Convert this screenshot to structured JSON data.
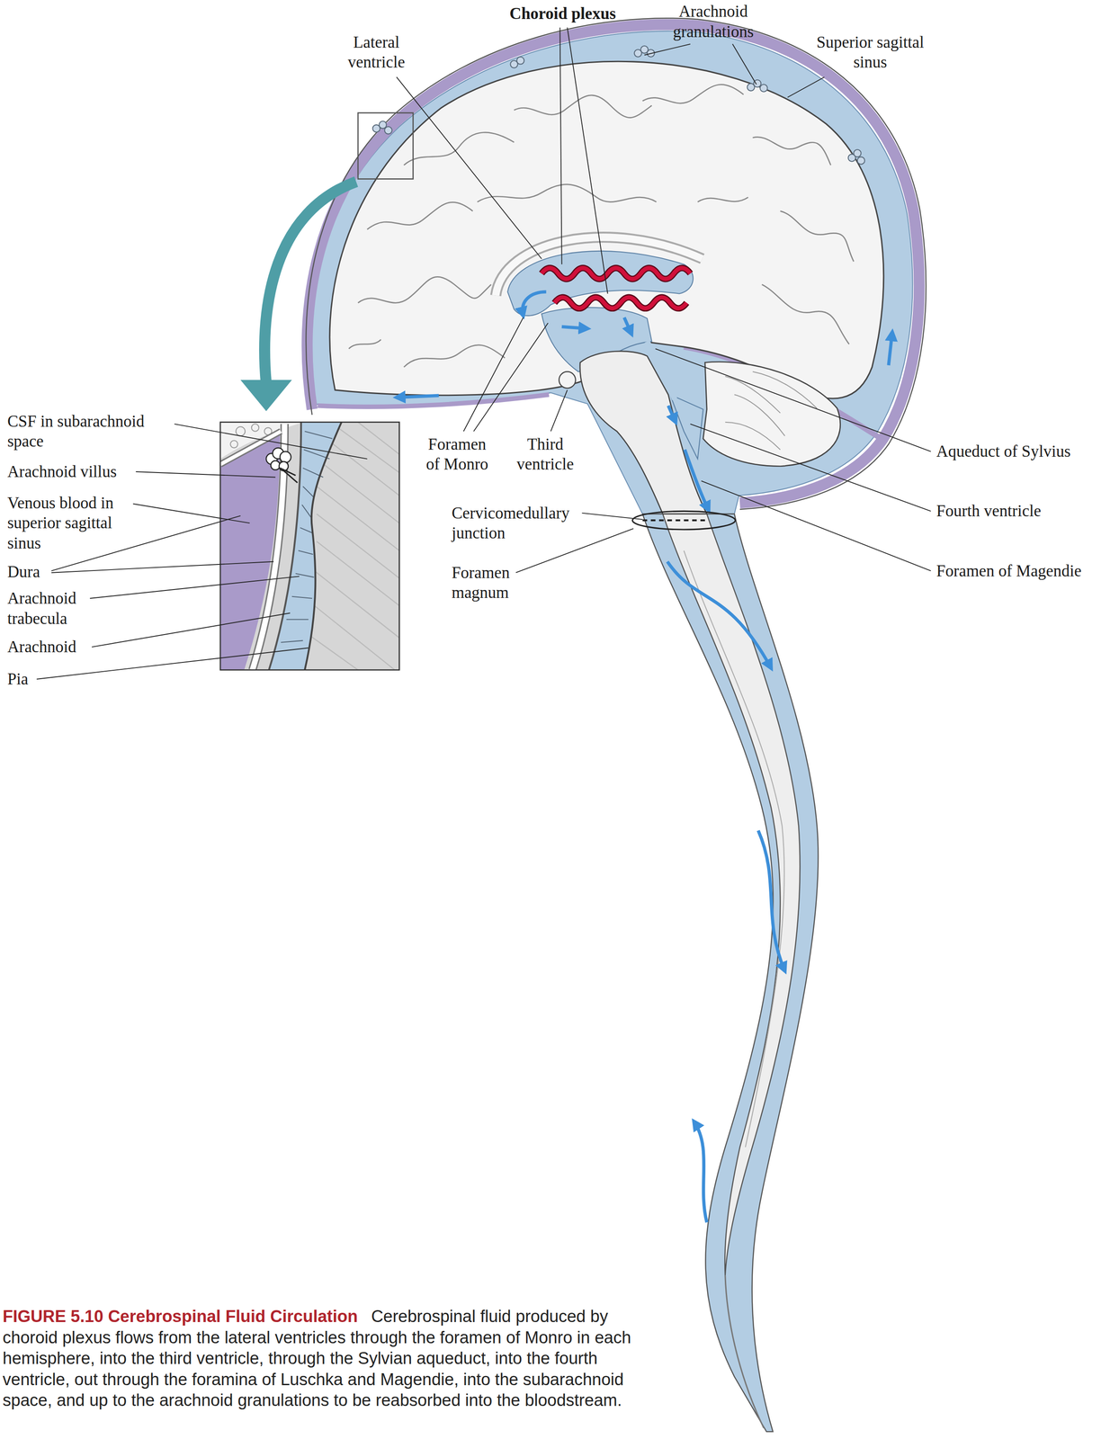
{
  "diagram": {
    "title": "FIGURE 5.10 Cerebrospinal Fluid Circulation",
    "caption": "Cerebrospinal fluid produced by choroid plexus flows from the lateral ventricles through the foramen of Monro in each hemisphere, into the third ventricle, through the Sylvian aqueduct, into the fourth ventricle, out through the foramina of Luschka and Magendie, into the subarachnoid space, and up to the arachnoid granulations to be reabsorbed into the bloodstream.",
    "labels": [
      "Choroid plexus",
      "Arachnoid granulations",
      "Lateral ventricle",
      "Superior sagittal sinus",
      "CSF in subarachnoid space",
      "Arachnoid villus",
      "Venous blood in superior sagittal sinus",
      "Dura",
      "Arachnoid trabecula",
      "Arachnoid",
      "Pia",
      "Foramen of Monro",
      "Third ventricle",
      "Cervicomedullary junction",
      "Foramen magnum",
      "Aqueduct of Sylvius",
      "Fourth ventricle",
      "Foramen of Magendie"
    ]
  }
}
